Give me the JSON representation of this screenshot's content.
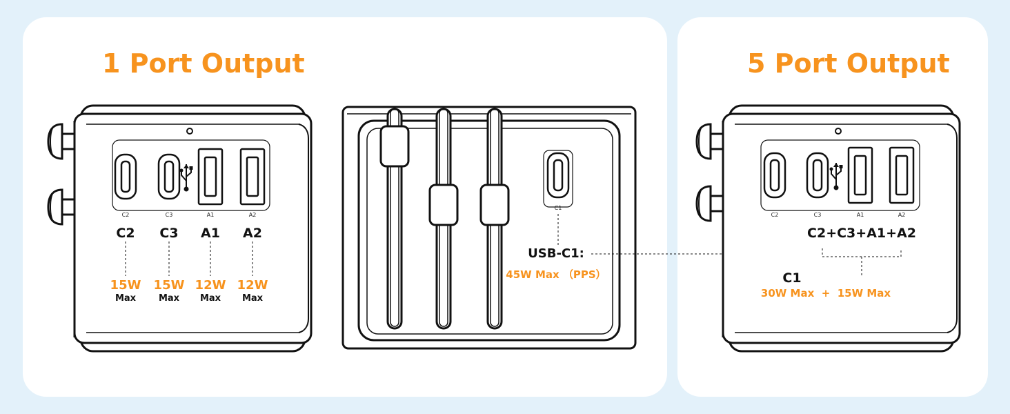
{
  "titles": {
    "left": "1 Port Output",
    "right": "5 Port Output"
  },
  "device_left": {
    "port_labels": [
      "C2",
      "C3",
      "A1",
      "A2"
    ],
    "outputs": [
      {
        "port": "C2",
        "watt": "15W",
        "max": "Max"
      },
      {
        "port": "C3",
        "watt": "15W",
        "max": "Max"
      },
      {
        "port": "A1",
        "watt": "12W",
        "max": "Max"
      },
      {
        "port": "A2",
        "watt": "12W",
        "max": "Max"
      }
    ]
  },
  "device_middle": {
    "port_label": "C1",
    "usb_label": "USB-C1:",
    "usb_spec": "45W Max （PPS）"
  },
  "device_right": {
    "port_labels": [
      "C2",
      "C3",
      "A1",
      "A2"
    ],
    "combo_label": "C2+C3+A1+A2",
    "c1_label": "C1",
    "combo_spec": "30W Max  +  15W Max"
  },
  "colors": {
    "accent": "#f7931e",
    "background": "#e3f1fa",
    "panel": "#ffffff",
    "ink": "#111111"
  }
}
